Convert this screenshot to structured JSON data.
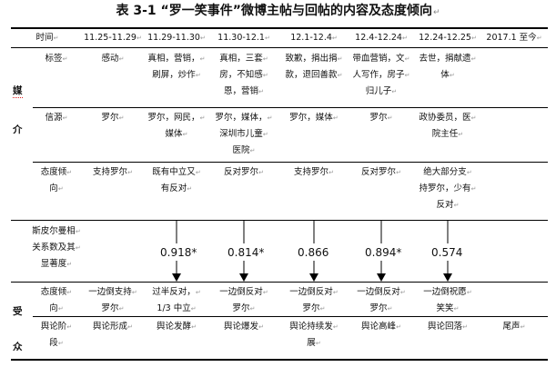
{
  "title": "表 3-1 “罗一笑事件”微博主帖与回帖的内容及态度倾向",
  "header": {
    "time_label": "时间",
    "columns": [
      "11.25-11.29",
      "11.29-11.30",
      "11.30-12.1",
      "12.1-12.4",
      "12.4-12.24",
      "12.24-12.25",
      "2017.1 至今"
    ]
  },
  "media": {
    "side_label": [
      "媒",
      "介"
    ],
    "rows": [
      {
        "label": [
          "标签"
        ],
        "cells": [
          [
            "感动"
          ],
          [
            "真相，营销，",
            "刷屏，炒作"
          ],
          [
            "真相，三套",
            "房，不知感",
            "恩，营销"
          ],
          [
            "致歉，捐出捐",
            "款，退回善款"
          ],
          [
            "带血营销，文",
            "人写作，房子",
            "归儿子"
          ],
          [
            "去世，捐献遗",
            "体"
          ],
          []
        ]
      },
      {
        "label": [
          "信源"
        ],
        "cells": [
          [
            "罗尔"
          ],
          [
            "罗尔，网民，",
            "媒体"
          ],
          [
            "罗尔，媒体，",
            "深圳市儿童",
            "医院"
          ],
          [
            "罗尔，媒体"
          ],
          [
            "罗尔"
          ],
          [
            "政协委员，医",
            "院主任"
          ],
          []
        ]
      },
      {
        "label": [
          "态度倾",
          "向"
        ],
        "cells": [
          [
            "支持罗尔"
          ],
          [
            "既有中立又",
            "有反对"
          ],
          [
            "反对罗尔"
          ],
          [
            "支持罗尔"
          ],
          [
            "反对罗尔"
          ],
          [
            "绝大部分支",
            "持罗尔，少有",
            "反对"
          ],
          []
        ]
      }
    ]
  },
  "correlation": {
    "label": [
      "斯皮尔曼相",
      "关系数及其",
      "显著度"
    ],
    "values": [
      "0.918*",
      "0.814*",
      "0.866",
      "0.894*",
      "0.574"
    ]
  },
  "audience": {
    "side_label": [
      "受",
      "众"
    ],
    "rows": [
      {
        "label": [
          "态度倾",
          "向"
        ],
        "cells": [
          [
            "一边倒支持",
            "罗尔"
          ],
          [
            "过半反对，",
            "1/3 中立"
          ],
          [
            "一边倒反对",
            "罗尔"
          ],
          [
            "一边倒反对",
            "罗尔"
          ],
          [
            "一边倒反对",
            "罗尔"
          ],
          [
            "一边倒祝愿",
            "笑笑"
          ],
          []
        ]
      },
      {
        "label": [
          "舆论阶",
          "段"
        ],
        "cells": [
          [
            "舆论形成"
          ],
          [
            "舆论发酵"
          ],
          [
            "舆论爆发"
          ],
          [
            "舆论持续发",
            "展"
          ],
          [
            "舆论高峰"
          ],
          [
            "舆论回落"
          ],
          [
            "尾声"
          ]
        ]
      }
    ]
  }
}
